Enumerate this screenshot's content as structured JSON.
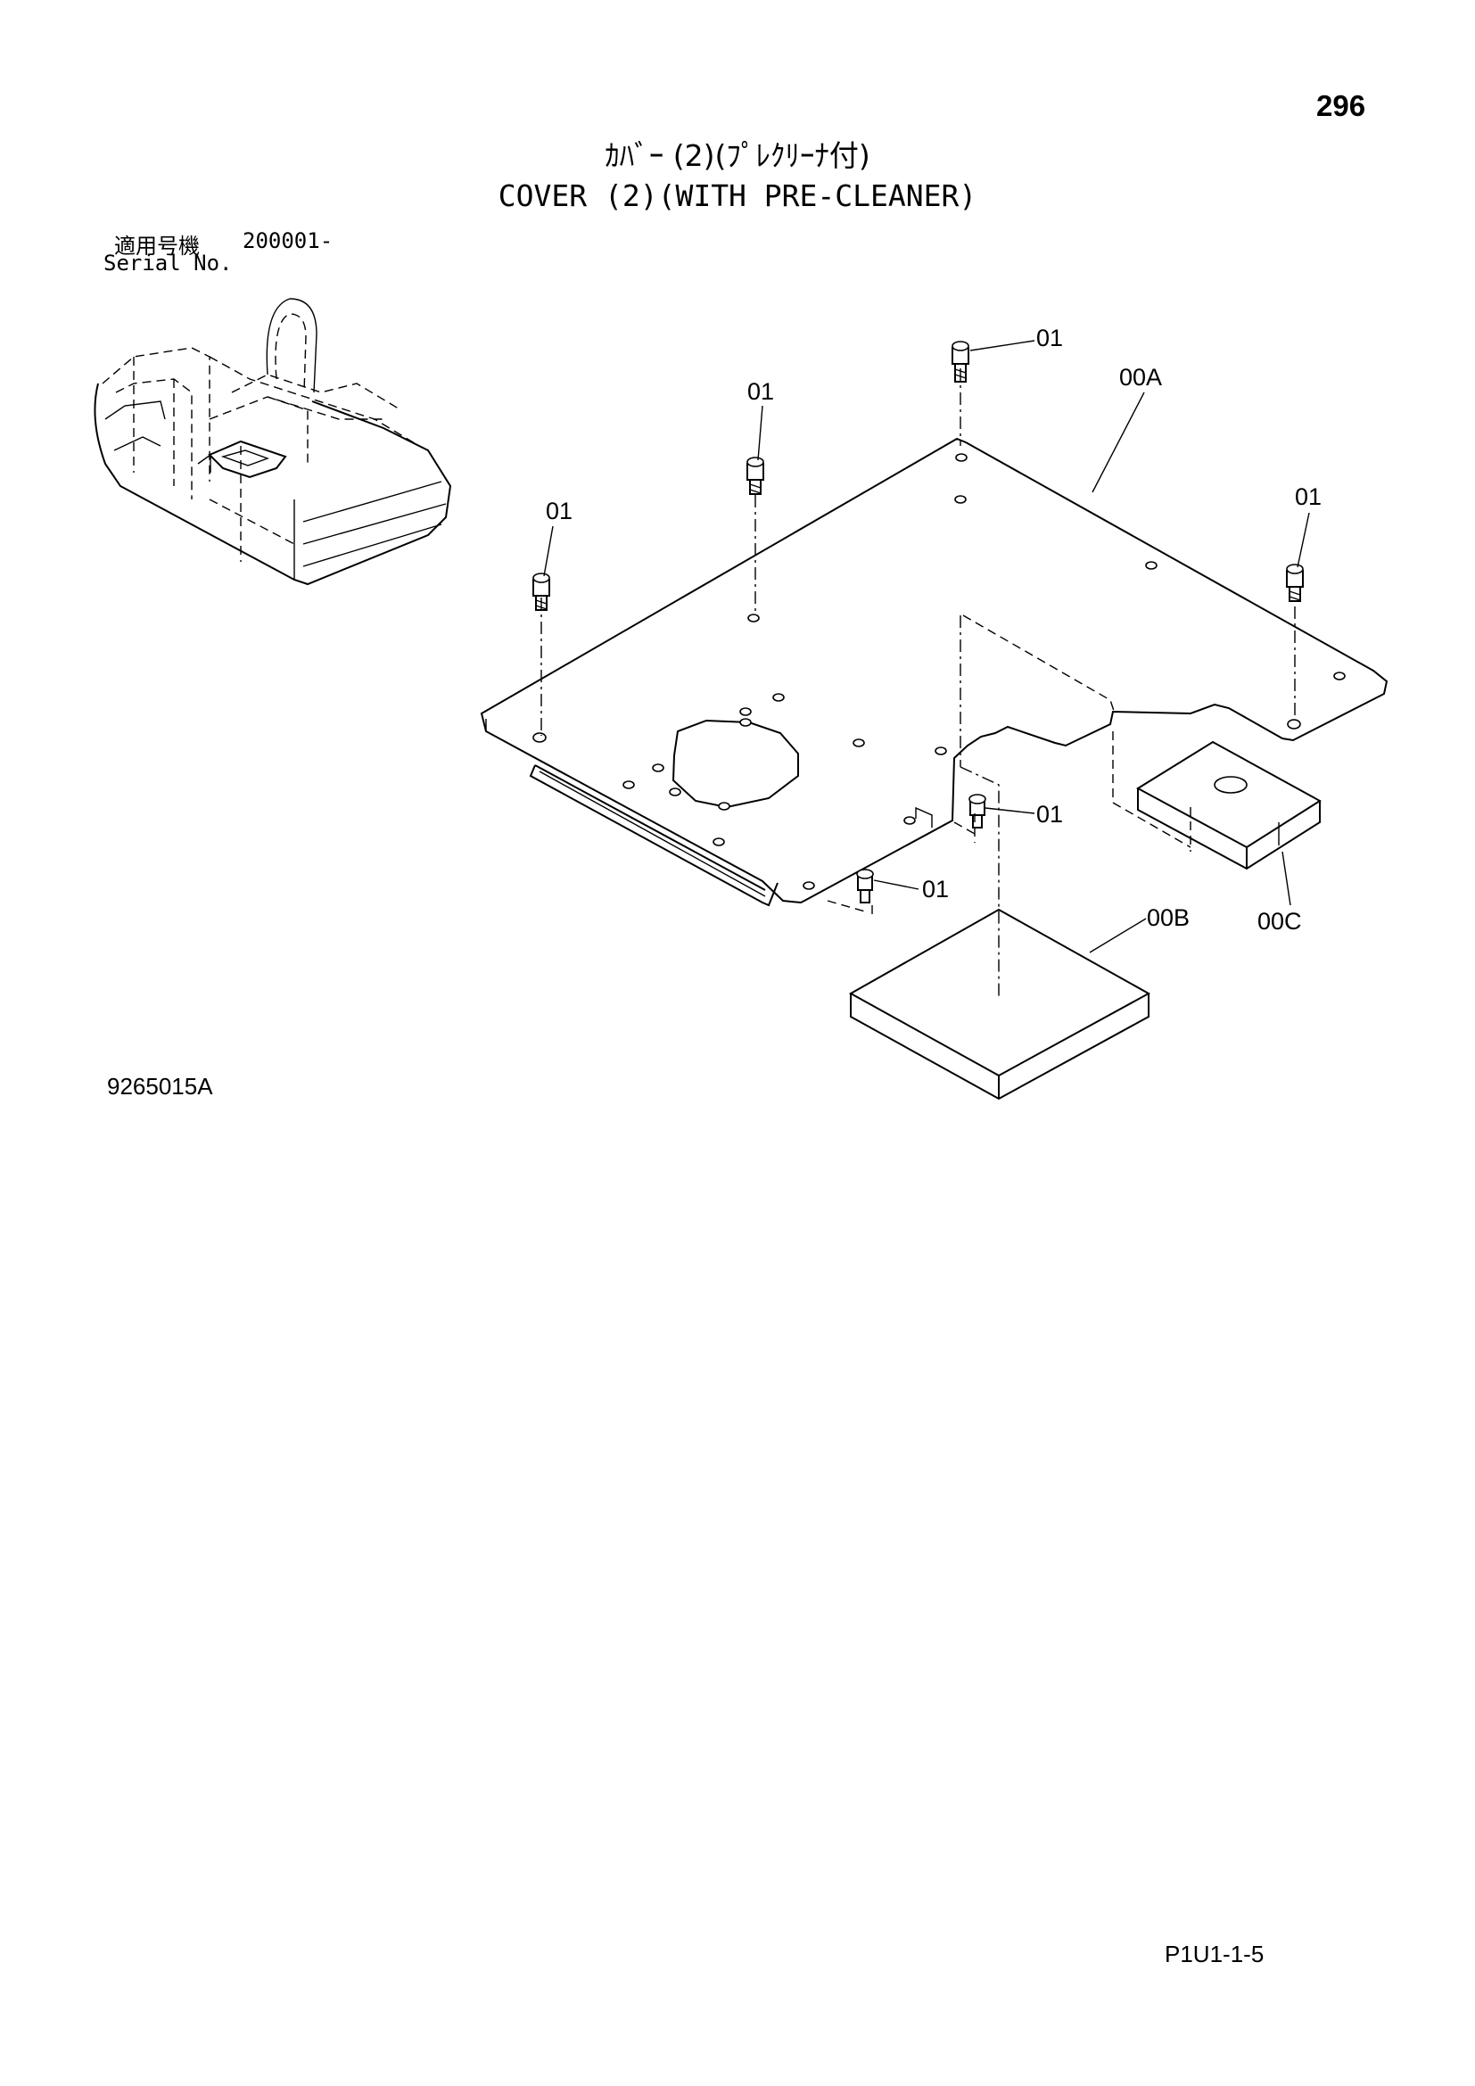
{
  "page_number": "296",
  "title_jp": "ｶﾊﾞｰ (2)(ﾌﾟﾚｸﾘｰﾅ付)",
  "title_en": "COVER (2)(WITH PRE-CLEANER)",
  "serial": {
    "label_jp": "適用号機",
    "value": "200001-",
    "label_en": "Serial No."
  },
  "callouts": {
    "bolt": "01",
    "cover": "00A",
    "mat": "00B",
    "block": "00C"
  },
  "figure_id": "9265015A",
  "doc_code": "P1U1-1-5"
}
